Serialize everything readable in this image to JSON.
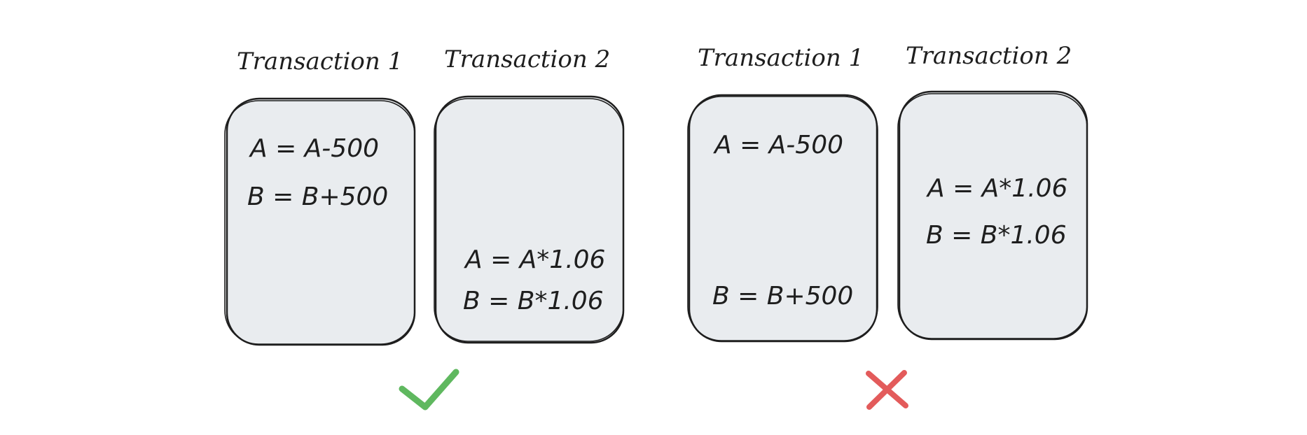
{
  "scenarios": [
    {
      "outcome": "valid",
      "outcome_icon": "check-icon",
      "outcome_color": "#5fb85f",
      "transactions": [
        {
          "title": "Transaction 1",
          "operations": [
            "A = A-500",
            "B = B+500"
          ]
        },
        {
          "title": "Transaction 2",
          "operations": [
            "A = A*1.06",
            "B = B*1.06"
          ]
        }
      ]
    },
    {
      "outcome": "invalid",
      "outcome_icon": "cross-icon",
      "outcome_color": "#e35b5b",
      "transactions": [
        {
          "title": "Transaction 1",
          "operations": [
            "A = A-500",
            "B = B+500"
          ]
        },
        {
          "title": "Transaction 2",
          "operations": [
            "A = A*1.06",
            "B = B*1.06"
          ]
        }
      ]
    }
  ],
  "colors": {
    "box_fill": "#e9ecef",
    "stroke": "#1e1e1e"
  }
}
